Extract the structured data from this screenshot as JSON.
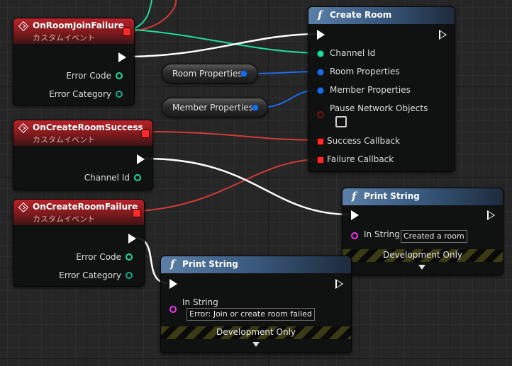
{
  "events": {
    "room_join_failure": {
      "title": "OnRoomJoinFailure",
      "subtitle": "カスタムイベント",
      "pins": [
        "Error Code",
        "Error Category"
      ]
    },
    "create_room_success": {
      "title": "OnCreateRoomSuccess",
      "subtitle": "カスタムイベント",
      "pins": [
        "Channel Id"
      ]
    },
    "create_room_failure": {
      "title": "OnCreateRoomFailure",
      "subtitle": "カスタムイベント",
      "pins": [
        "Error Code",
        "Error Category"
      ]
    }
  },
  "variables": {
    "room_properties": "Room Properties",
    "member_properties": "Member Properties"
  },
  "create_room": {
    "title": "Create Room",
    "pins": [
      "Channel Id",
      "Room Properties",
      "Member Properties",
      "Pause Network Objects",
      "Success Callback",
      "Failure Callback"
    ]
  },
  "print_success": {
    "title": "Print String",
    "in_label": "In String",
    "in_value": "Created a room",
    "dev_only": "Development Only"
  },
  "print_failure": {
    "title": "Print String",
    "in_label": "In String",
    "in_value": "Error: Join or create room failed",
    "dev_only": "Development Only"
  },
  "colors": {
    "exec_wire": "#ffffff",
    "delegate": "#ff2a2a",
    "struct": "#1e6be8",
    "channel": "#1ddca0",
    "string": "#f036f0"
  }
}
